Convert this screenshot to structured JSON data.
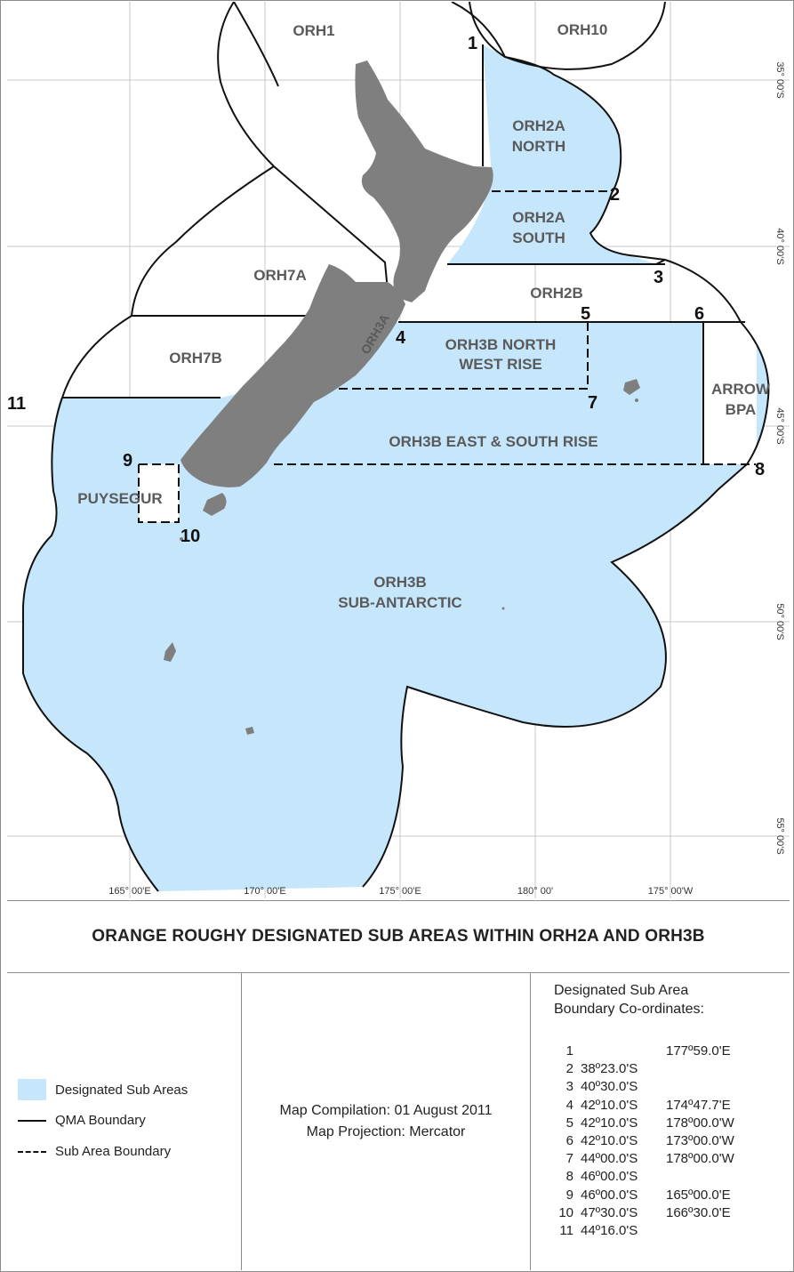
{
  "map": {
    "colors": {
      "designated_fill": "#c5e6fb",
      "land": "#7f7f7f",
      "boundary": "#111111",
      "graticule": "#c8c8c8"
    },
    "area_labels": {
      "orh1": "ORH1",
      "orh10": "ORH10",
      "orh2a_north_1": "ORH2A",
      "orh2a_north_2": "NORTH",
      "orh2a_south_1": "ORH2A",
      "orh2a_south_2": "SOUTH",
      "orh2b": "ORH2B",
      "orh7a": "ORH7A",
      "orh7b": "ORH7B",
      "orh3a": "ORH3A",
      "orh3b_nwr_1": "ORH3B NORTH",
      "orh3b_nwr_2": "WEST RISE",
      "arrow_1": "ARROW",
      "arrow_2": "BPA",
      "orh3b_esr": "ORH3B EAST & SOUTH RISE",
      "puysegur": "PUYSEGUR",
      "orh3b_sa_1": "ORH3B",
      "orh3b_sa_2": "SUB-ANTARCTIC"
    },
    "point_numbers": [
      "1",
      "2",
      "3",
      "4",
      "5",
      "6",
      "7",
      "8",
      "9",
      "10",
      "11"
    ],
    "longitude_ticks": [
      "165° 00'E",
      "170° 00'E",
      "175° 00'E",
      "180° 00'",
      "175° 00'W"
    ],
    "latitude_ticks": [
      "35° 00'S",
      "40° 00'S",
      "45° 00'S",
      "50° 00'S",
      "55° 00'S"
    ]
  },
  "title": "ORANGE ROUGHY DESIGNATED SUB AREAS WITHIN ORH2A AND ORH3B",
  "legend": {
    "designated": "Designated Sub Areas",
    "qma": "QMA Boundary",
    "sub_area": "Sub Area Boundary"
  },
  "info": {
    "compilation": "Map Compilation:  01 August 2011",
    "projection": "Map Projection:  Mercator"
  },
  "coordinates": {
    "header_1": "Designated Sub Area",
    "header_2": "Boundary Co-ordinates:",
    "rows": [
      {
        "n": "1",
        "lat": "",
        "lon": "177º59.0'E"
      },
      {
        "n": "2",
        "lat": "38º23.0'S",
        "lon": ""
      },
      {
        "n": "3",
        "lat": "40º30.0'S",
        "lon": ""
      },
      {
        "n": "4",
        "lat": "42º10.0'S",
        "lon": "174º47.7'E"
      },
      {
        "n": "5",
        "lat": "42º10.0'S",
        "lon": "178º00.0'W"
      },
      {
        "n": "6",
        "lat": "42º10.0'S",
        "lon": "173º00.0'W"
      },
      {
        "n": "7",
        "lat": "44º00.0'S",
        "lon": "178º00.0'W"
      },
      {
        "n": "8",
        "lat": "46º00.0'S",
        "lon": ""
      },
      {
        "n": "9",
        "lat": "46º00.0'S",
        "lon": "165º00.0'E"
      },
      {
        "n": "10",
        "lat": "47º30.0'S",
        "lon": "166º30.0'E"
      },
      {
        "n": "11",
        "lat": "44º16.0'S",
        "lon": ""
      }
    ]
  }
}
